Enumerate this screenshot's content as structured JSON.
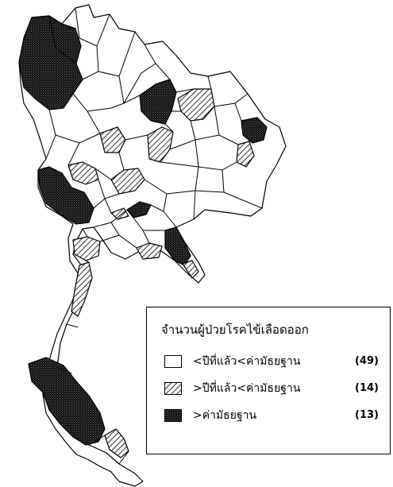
{
  "map": {
    "colors": {
      "low": "#ffffff",
      "mid_hatch": "#000000",
      "high": "#1a1a1a"
    }
  },
  "legend": {
    "title": "จำนวนผู้ป่วยโรคไข้เลือดออก",
    "items": [
      {
        "label": "<ปีที่แล้ว<ค่ามัธยฐาน",
        "count": "(49)",
        "pattern": "blank"
      },
      {
        "label": ">ปีที่แล้ว<ค่ามัธยฐาน",
        "count": "(14)",
        "pattern": "hatch"
      },
      {
        "label": ">ค่ามัธยฐาน",
        "count": "(13)",
        "pattern": "dark"
      }
    ]
  }
}
